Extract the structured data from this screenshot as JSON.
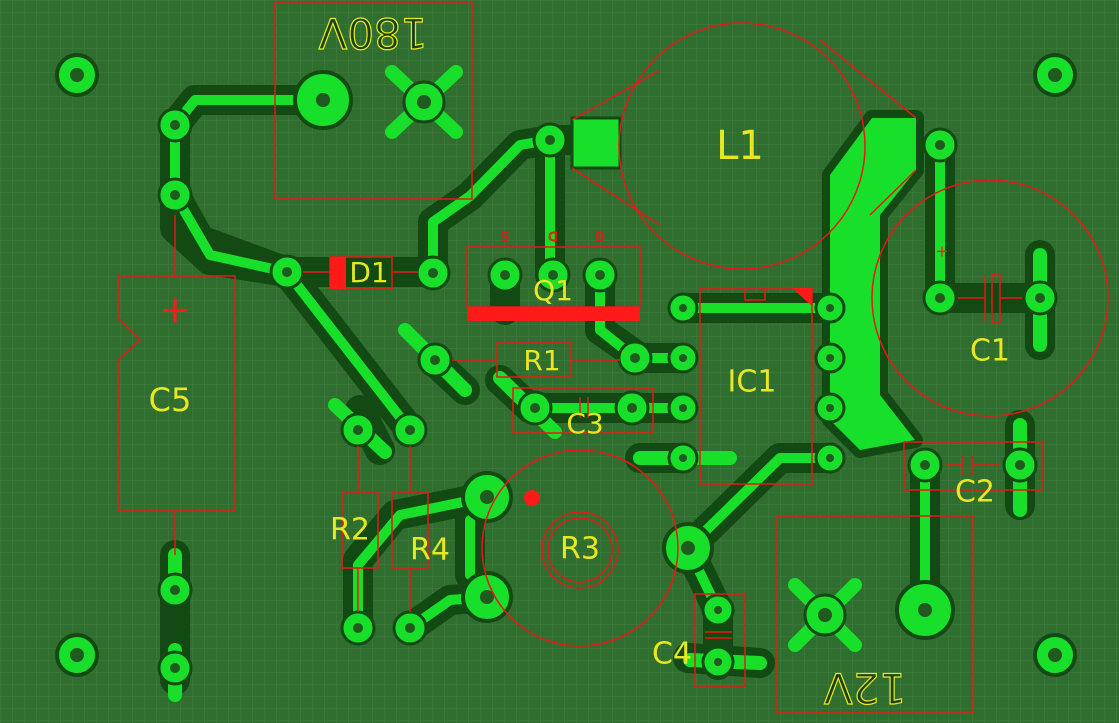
{
  "colors": {
    "board": "#2f6e2f",
    "grid": "#3f7e3f",
    "copper": "#18e02a",
    "clearance": "#134a13",
    "silk": "#e8e820",
    "outline": "#e81818",
    "marker": "#ff1a1a"
  },
  "labels": {
    "conn_180v": "180V",
    "conn_12v": "12V",
    "l1": "L1",
    "d1": "D1",
    "q1": "Q1",
    "q1_pin_s": "S",
    "q1_pin_d": "D",
    "q1_pin_g": "G",
    "c5": "C5",
    "c5_plus": "+",
    "r1": "R1",
    "c3": "C3",
    "ic1": "IC1",
    "c1": "C1",
    "c1_plus": "+",
    "c2": "C2",
    "r2": "R2",
    "r4": "R4",
    "r3": "R3",
    "c4": "C4"
  }
}
